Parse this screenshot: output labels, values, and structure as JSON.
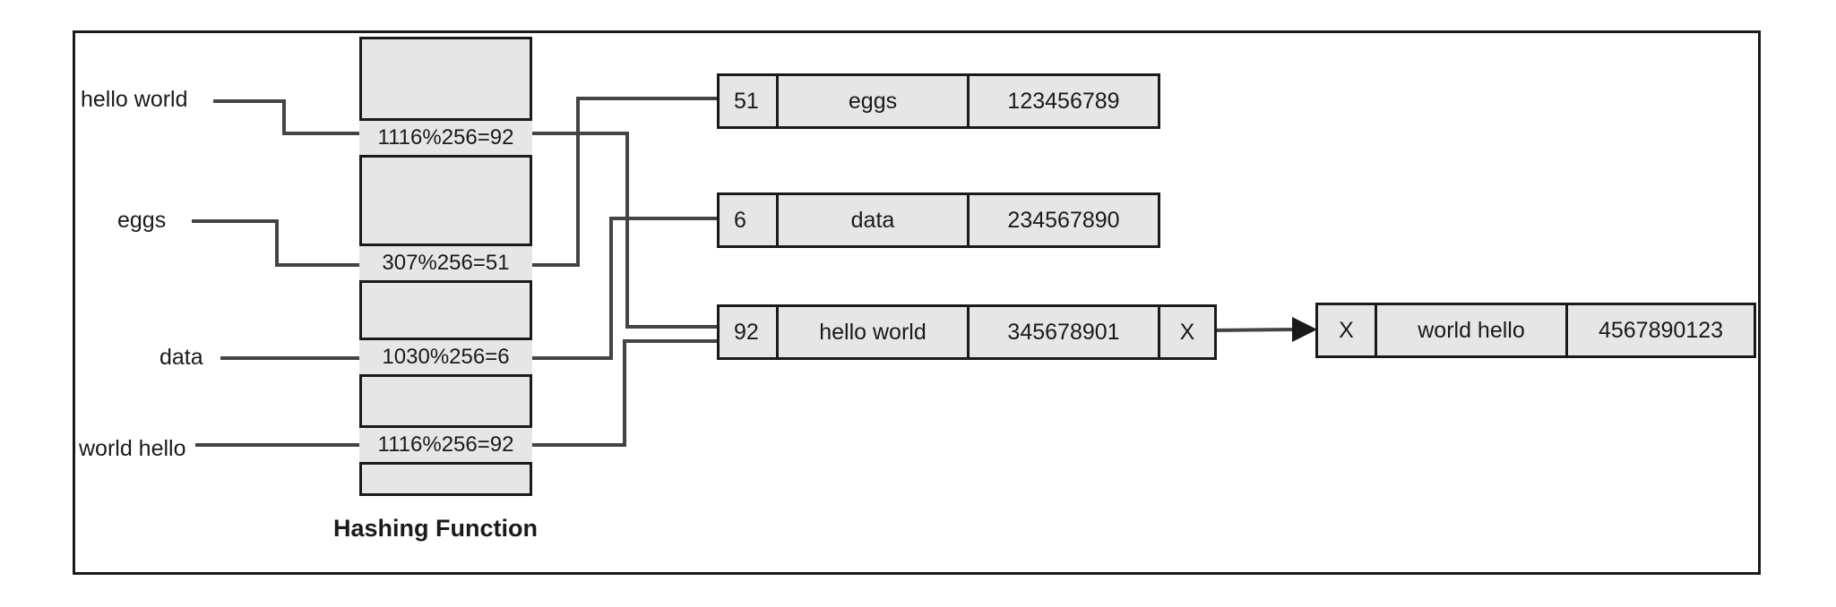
{
  "keys": [
    "hello world",
    "eggs",
    "data",
    "world hello"
  ],
  "hash_slots": [
    "1116%256=92",
    "307%256=51",
    "1030%256=6",
    "1116%256=92"
  ],
  "records": [
    {
      "id": "51",
      "name": "eggs",
      "value": "123456789"
    },
    {
      "id": "6",
      "name": "data",
      "value": "234567890"
    },
    {
      "id": "92",
      "name": "hello world",
      "value": "345678901",
      "pointer": "X"
    }
  ],
  "overflow_record": {
    "pointer": "X",
    "name": "world hello",
    "value": "4567890123"
  },
  "caption": "Hashing Function"
}
